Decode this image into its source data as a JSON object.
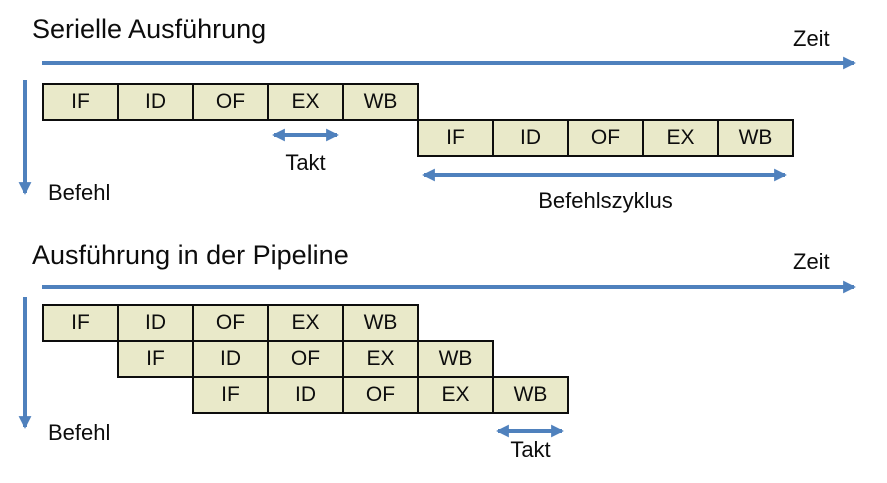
{
  "sections": [
    {
      "id": "serial",
      "title": "Serielle Ausführung",
      "time_axis_label": "Zeit",
      "instruction_axis_label": "Befehl",
      "rows": [
        {
          "stages": [
            "IF",
            "ID",
            "OF",
            "EX",
            "WB"
          ]
        },
        {
          "stages": [
            "IF",
            "ID",
            "OF",
            "EX",
            "WB"
          ]
        }
      ],
      "annotations": [
        {
          "label": "Takt"
        },
        {
          "label": "Befehlszyklus"
        }
      ]
    },
    {
      "id": "pipeline",
      "title": "Ausführung in der Pipeline",
      "time_axis_label": "Zeit",
      "instruction_axis_label": "Befehl",
      "rows": [
        {
          "stages": [
            "IF",
            "ID",
            "OF",
            "EX",
            "WB"
          ]
        },
        {
          "stages": [
            "IF",
            "ID",
            "OF",
            "EX",
            "WB"
          ]
        },
        {
          "stages": [
            "IF",
            "ID",
            "OF",
            "EX",
            "WB"
          ]
        }
      ],
      "annotations": [
        {
          "label": "Takt"
        }
      ]
    }
  ],
  "colors": {
    "arrow_blue": "#4F81BD",
    "box_fill": "#E9E9C9",
    "box_border": "#000000",
    "text": "#000000"
  }
}
